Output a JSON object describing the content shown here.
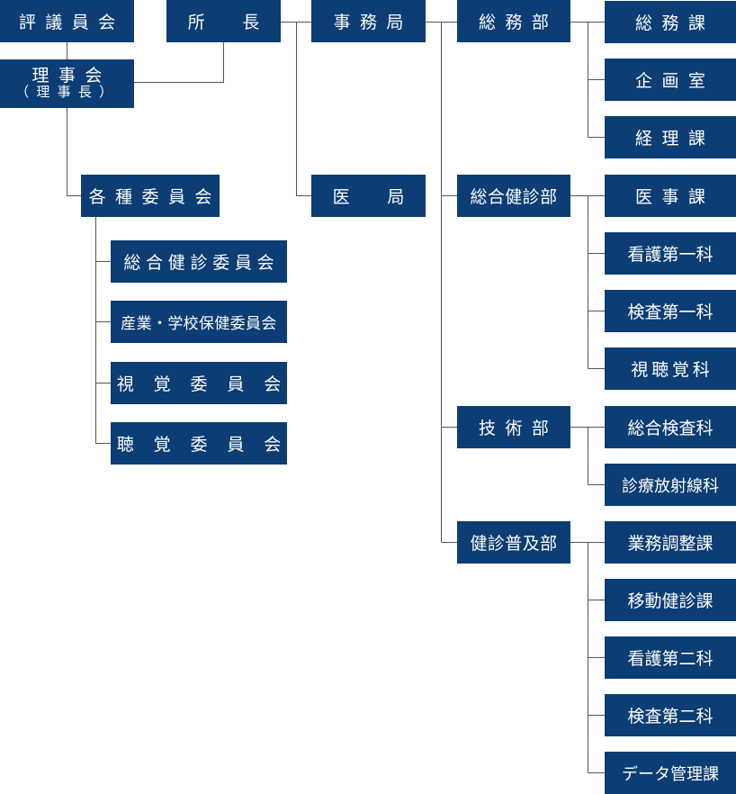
{
  "org_chart": {
    "hyogiinkai": "評議員会",
    "shocho": "所長",
    "rijikai": {
      "main": "理事会",
      "sub": "（理事長）"
    },
    "jimukyoku": "事務局",
    "ikyoku": "医局",
    "kakushu_iinkai": "各種委員会",
    "committees": [
      "総合健診委員会",
      "産業・学校保健委員会",
      "視覚委員会",
      "聴覚委員会"
    ],
    "departments": [
      {
        "name": "総務部",
        "sections": [
          "総務課",
          "企画室",
          "経理課"
        ]
      },
      {
        "name": "総合健診部",
        "sections": [
          "医事課",
          "看護第一科",
          "検査第一科",
          "視聴覚科"
        ]
      },
      {
        "name": "技術部",
        "sections": [
          "総合検査科",
          "診療放射線科"
        ]
      },
      {
        "name": "健診普及部",
        "sections": [
          "業務調整課",
          "移動健診課",
          "看護第二科",
          "検査第二科",
          "データ管理課"
        ]
      }
    ]
  }
}
